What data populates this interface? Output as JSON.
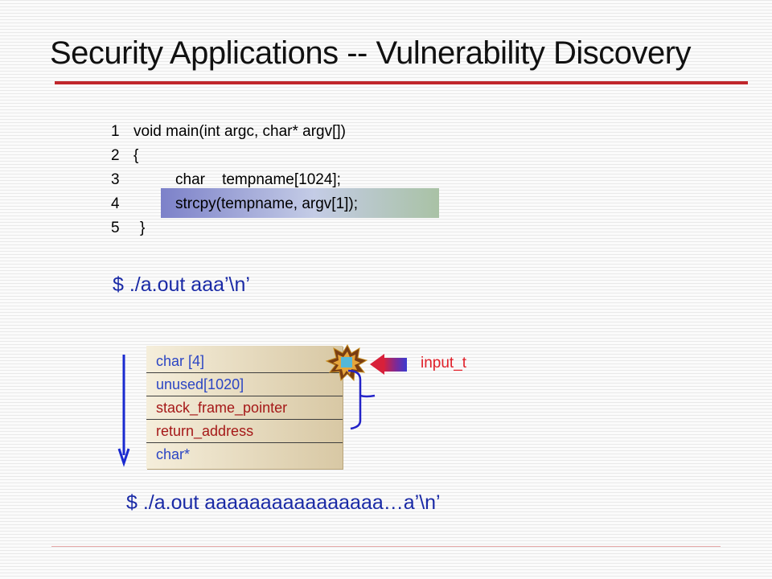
{
  "title": "Security Applications -- Vulnerability Discovery",
  "code": [
    {
      "num": "1",
      "text": "void main(int argc, char* argv[])"
    },
    {
      "num": "2",
      "text": "{"
    },
    {
      "num": "3",
      "text": "char    tempname[1024];"
    },
    {
      "num": "4",
      "text": "strcpy(tempname, argv[1]);"
    },
    {
      "num": "5",
      "text": "}"
    }
  ],
  "command_short": "$ ./a.out aaa’\\n’",
  "command_long": "$ ./a.out aaaaaaaaaaaaaaaa…a’\\n’",
  "stack_rows": [
    {
      "label": "char [4]",
      "color": "#2b45c4"
    },
    {
      "label": "unused[1020]",
      "color": "#2b45c4"
    },
    {
      "label": "stack_frame_pointer",
      "color": "#a51818"
    },
    {
      "label": "return_address",
      "color": "#a51818"
    },
    {
      "label": "char*",
      "color": "#2b45c4"
    }
  ],
  "input_label": "input_t",
  "colors": {
    "accent": "#c0262b",
    "command": "#1a2aa6",
    "input_label": "#e0202a",
    "arrow": "#1a2ad0"
  },
  "icons": [
    "explosion-icon",
    "input-arrow-icon",
    "down-arrow-icon",
    "bracket-icon"
  ]
}
